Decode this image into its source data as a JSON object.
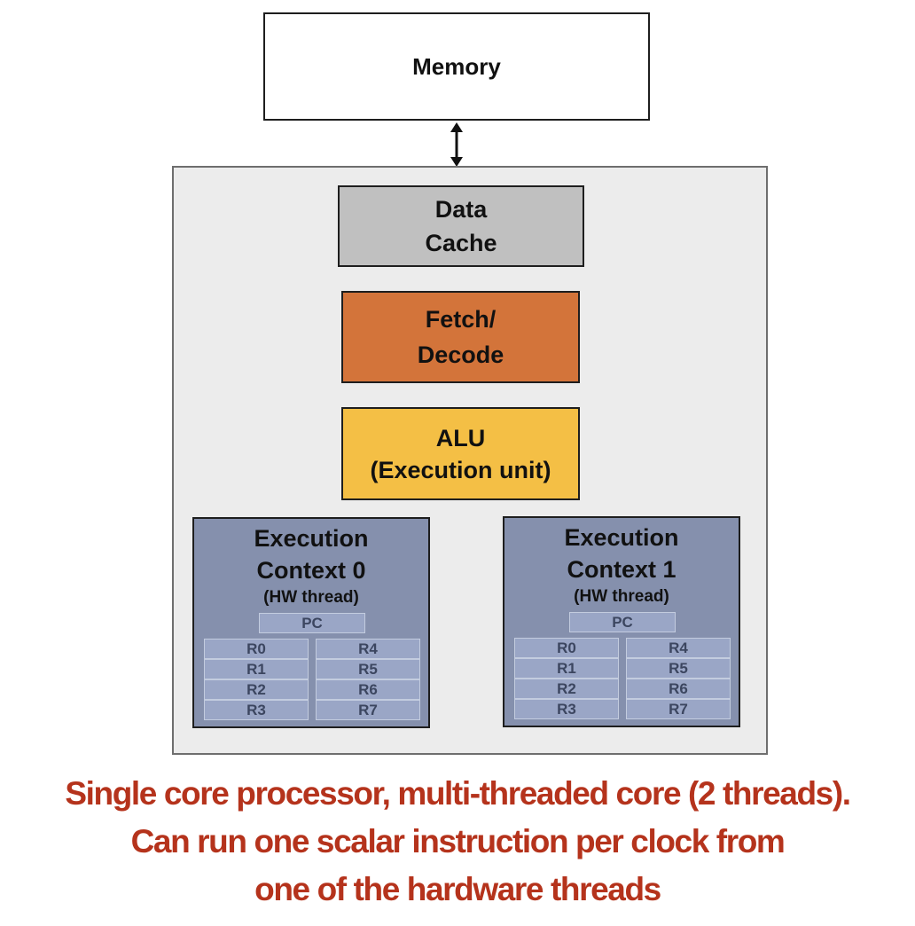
{
  "memory": {
    "label": "Memory"
  },
  "data_cache": {
    "line1": "Data",
    "line2": "Cache"
  },
  "fetch_decode": {
    "line1": "Fetch/",
    "line2": "Decode"
  },
  "alu": {
    "line1": "ALU",
    "line2": "(Execution unit)"
  },
  "contexts": [
    {
      "title1": "Execution",
      "title2": "Context 0",
      "subtitle": "(HW thread)",
      "pc": "PC",
      "regs_left": [
        "R0",
        "R1",
        "R2",
        "R3"
      ],
      "regs_right": [
        "R4",
        "R5",
        "R6",
        "R7"
      ]
    },
    {
      "title1": "Execution",
      "title2": "Context 1",
      "subtitle": "(HW thread)",
      "pc": "PC",
      "regs_left": [
        "R0",
        "R1",
        "R2",
        "R3"
      ],
      "regs_right": [
        "R4",
        "R5",
        "R6",
        "R7"
      ]
    }
  ],
  "caption": {
    "line1": "Single core processor, multi-threaded core (2 threads).",
    "line2": "Can run one scalar instruction per clock from",
    "line3": "one of the hardware threads"
  },
  "colors": {
    "core_bg": "#ececec",
    "cache": "#c0c0c0",
    "fetch_decode": "#d3743a",
    "alu": "#f4bf45",
    "context": "#8590ad",
    "register": "#9aa6c6",
    "caption": "#b5331c"
  }
}
